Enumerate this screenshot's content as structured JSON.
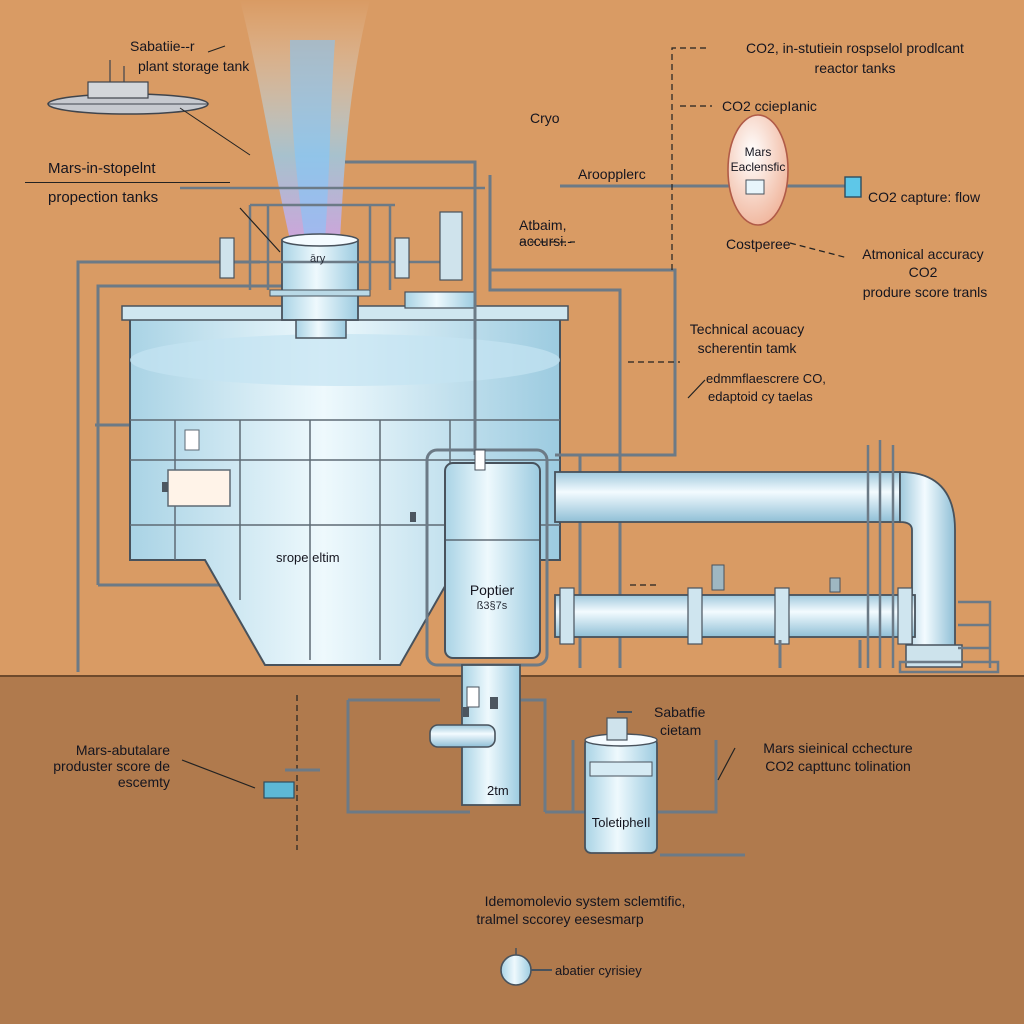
{
  "colors": {
    "sky": "#d99b64",
    "ground": "#b07a4d",
    "tank_light": "#e4f3fa",
    "tank_shade": "#9ccbe0",
    "outline": "#48525c",
    "plume": "#9fd8ff"
  },
  "labels": {
    "sabatier_plant": [
      "Sabatiie--r",
      "plant storage tank"
    ],
    "co2_reactor": [
      "CO2, in-stutiein rospselol prodlcant",
      "reactor tanks"
    ],
    "cryo": "Cryo",
    "co2_cepianic": "CO2 cciepIanic",
    "mars_in_situ": "Mars-in-stopelnt",
    "projection_tanks": "propection tanks",
    "atmosphere": "Aroopplerc",
    "mars_balloon": [
      "Mars",
      "Eaclensfic"
    ],
    "co2_capture_flow": "CO2 capture: flow",
    "atbam_accuracy": [
      "Atbaim,",
      "accursi.-"
    ],
    "costperee": "Costperee",
    "atmonical_accuracy": [
      "Atmonical accuracy",
      "CO2",
      "produre score tranls"
    ],
    "technical_accuracy": [
      "Technical acouacy",
      "scherentin tamk"
    ],
    "co2_edmmf": [
      "edmmflaescrere CO,",
      "edaptoid cy taelas"
    ],
    "tank_top_tag": "āry",
    "storage_elim": "srope eltim",
    "poptier": [
      "Poptier",
      "ß3§7s"
    ],
    "sabatfie_cietam": [
      "Sabatfie",
      "cietam"
    ],
    "mars_abutalare": [
      "Mars-abutalare",
      "produster score de",
      "escemty"
    ],
    "mars_sieinical": [
      "Mars sieinical cchecture",
      "CO2 capttunc tolination"
    ],
    "pump_2tm": "2tm",
    "toletiphell": "ToletipheIl",
    "idemomoleio": [
      "Idemomolevio system sclemtific,",
      "tralmel sccorey eesesmarp"
    ],
    "abatier_cyrisiey": "abatier cyrisiey"
  }
}
